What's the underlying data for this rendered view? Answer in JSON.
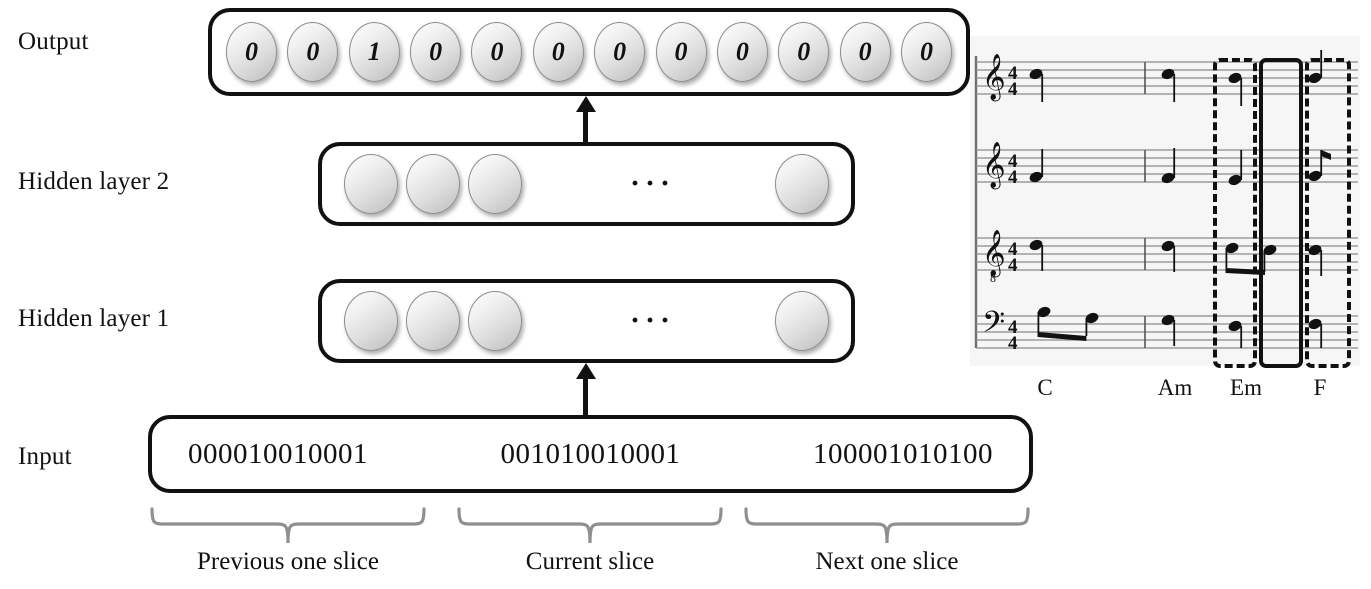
{
  "diagram": {
    "title": "Neural network input/output slice diagram with music score",
    "labels": {
      "output": "Output",
      "hidden2": "Hidden layer 2",
      "hidden1": "Hidden layer 1",
      "input": "Input"
    },
    "output_layer": {
      "values": [
        "0",
        "0",
        "1",
        "0",
        "0",
        "0",
        "0",
        "0",
        "0",
        "0",
        "0",
        "0"
      ]
    },
    "hidden_layer_2": {
      "neuron_count_shown": 4,
      "ellipsis": "···"
    },
    "hidden_layer_1": {
      "neuron_count_shown": 4,
      "ellipsis": "···"
    },
    "input_layer": {
      "segments": [
        {
          "bits": "000010010001",
          "brace_label": "Previous one slice"
        },
        {
          "bits": "001010010001",
          "brace_label": "Current slice"
        },
        {
          "bits": "100001010100",
          "brace_label": "Next one slice"
        }
      ]
    }
  },
  "score": {
    "time_signature": "4/4",
    "staves": [
      {
        "clef": "treble"
      },
      {
        "clef": "treble"
      },
      {
        "clef": "treble-8"
      },
      {
        "clef": "bass"
      }
    ],
    "chords": [
      "C",
      "Am",
      "Em",
      "F"
    ],
    "highlights": [
      {
        "style": "dashed",
        "slice": "previous"
      },
      {
        "style": "solid",
        "slice": "current"
      },
      {
        "style": "dashed",
        "slice": "next"
      }
    ]
  },
  "colors": {
    "line": "#111111",
    "neuron_border": "#8d8d8d",
    "staff_line": "#8a8a8a",
    "score_background": "#f6f6f6",
    "brace": "#8f8f8f"
  }
}
